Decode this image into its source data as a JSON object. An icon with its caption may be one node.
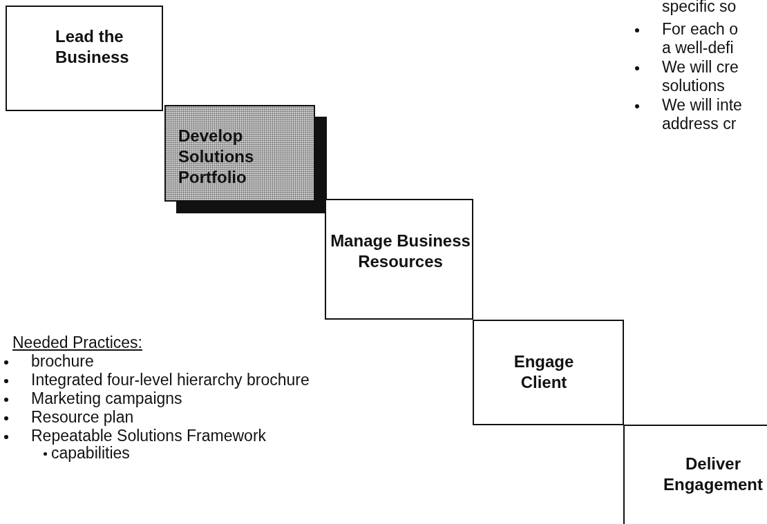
{
  "diagram": {
    "nodes": [
      {
        "text": [
          "Lead the Business"
        ]
      },
      {
        "text": [
          "Develop Solutions Portfolio"
        ]
      },
      {
        "text": [
          "Manage Business Resources"
        ]
      },
      {
        "text": [
          "Engage Client"
        ]
      },
      {
        "text": [
          "Deliver Engagement"
        ]
      }
    ],
    "labels": [
      "specific so",
      "For each o",
      "a well-defi",
      "We will cre",
      "solutions",
      "We will inte",
      "address cr",
      "Needed Practices:",
      "brochure",
      "Integrated four-level hierarchy brochure",
      "Marketing campaigns",
      "Resource plan",
      "Repeatable Solutions Framework",
      "capabilities"
    ]
  }
}
